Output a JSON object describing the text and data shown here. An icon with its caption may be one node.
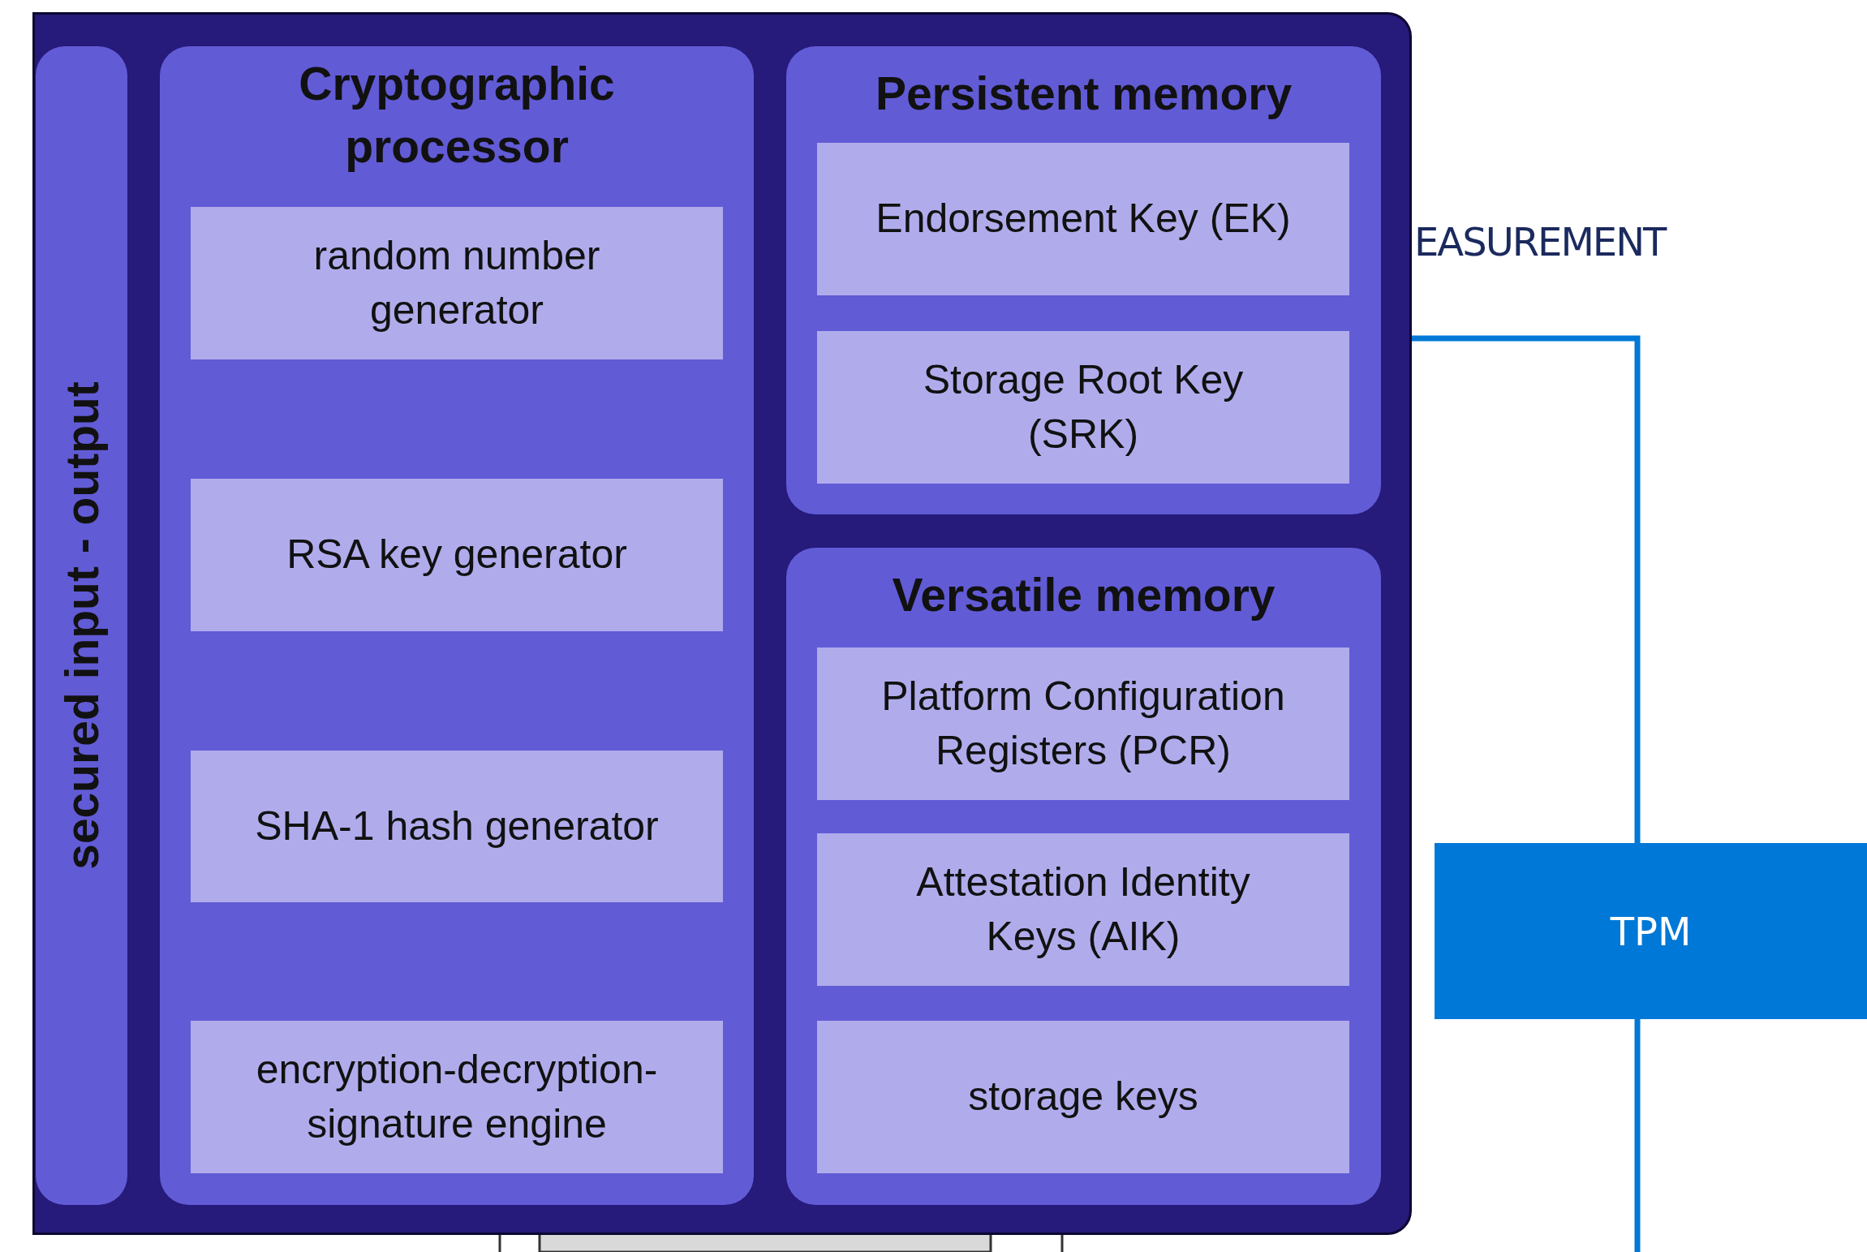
{
  "diagram": {
    "nodes": [
      {
        "text": [],
        "shape": "box"
      },
      {
        "text": [
          "secured input - output"
        ],
        "in": 0
      },
      {
        "text": [
          "Cryptographic processor"
        ],
        "in": 0
      },
      {
        "text": [
          "random number generator"
        ],
        "in": 2
      },
      {
        "text": [
          "RSA key generator"
        ],
        "in": 2
      },
      {
        "text": [
          "SHA-1 hash generator"
        ],
        "in": 2
      },
      {
        "text": [
          "encryption-decryption-signature engine"
        ],
        "in": 2
      },
      {
        "text": [
          "Persistent memory"
        ],
        "in": 0
      },
      {
        "text": [
          "Endorsement Key (EK)"
        ],
        "in": 7
      },
      {
        "text": [
          "Storage Root Key (SRK)"
        ],
        "in": 7
      },
      {
        "text": [
          "Versatile memory"
        ],
        "in": 0
      },
      {
        "text": [
          "Platform Configuration Registers (PCR)"
        ],
        "in": 10
      },
      {
        "text": [
          "Attestation Identity Keys (AIK)"
        ],
        "in": 10
      },
      {
        "text": [
          "storage keys"
        ],
        "in": 10
      },
      {
        "text": [
          "TPM"
        ]
      }
    ],
    "edges": [
      {
        "from": 0,
        "to": 14,
        "arrow": "none"
      },
      {
        "from": 14,
        "to": null,
        "arrow": "none"
      }
    ],
    "labels": [
      "EASUREMENT"
    ]
  }
}
